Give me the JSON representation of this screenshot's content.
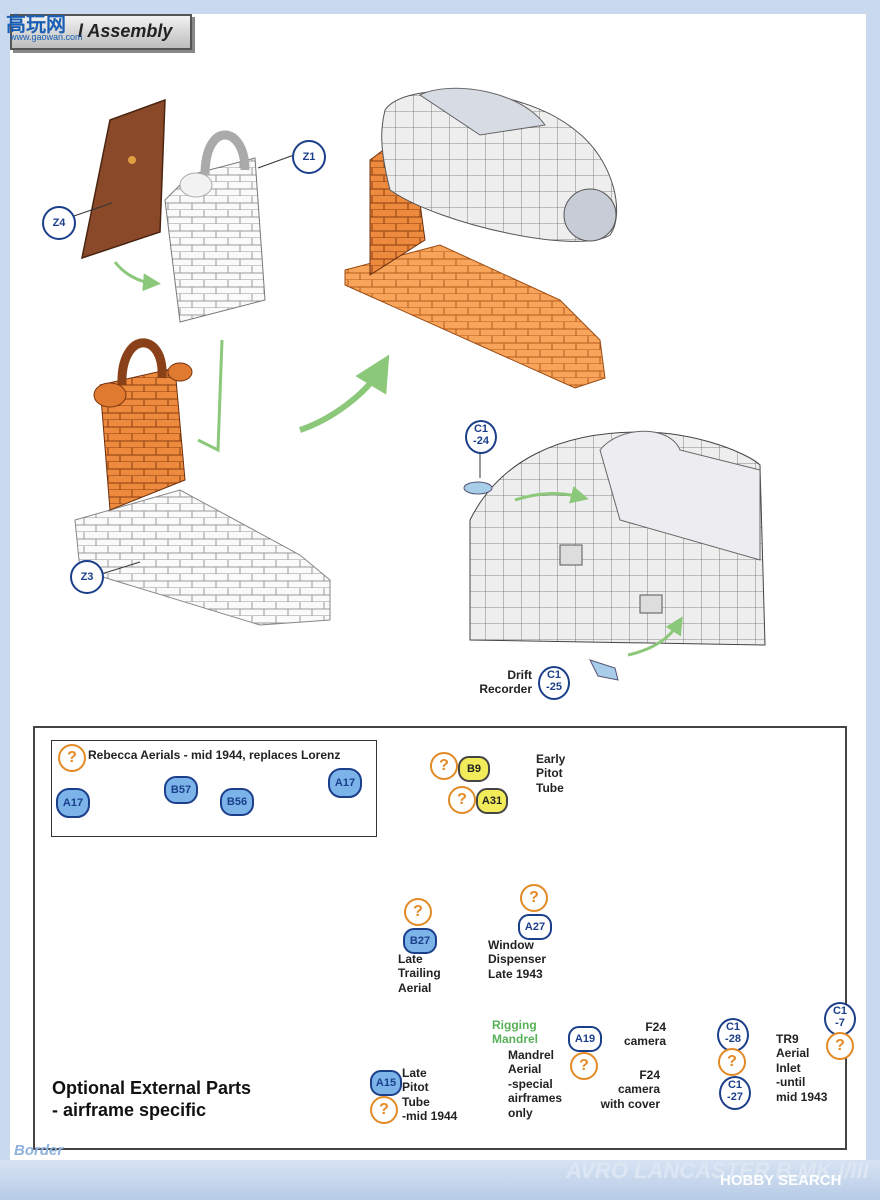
{
  "header": {
    "title": "Final Assembly",
    "visible_title": "l Assembly",
    "watermark": "高玩网",
    "watermark_url": "www.gaowan.com"
  },
  "stand": {
    "z1": "Z1",
    "z3": "Z3",
    "z4": "Z4"
  },
  "nose": {
    "c1_24_top": "C1",
    "c1_24_bottom": "-24",
    "drift_label": "Drift\nRecorder",
    "c1_25_top": "C1",
    "c1_25_bottom": "-25"
  },
  "panel": {
    "rebecca_title": "Rebecca Aerials - mid 1944, replaces Lorenz",
    "a17_left": "A17",
    "b57": "B57",
    "b56": "B56",
    "a17_right": "A17",
    "b9": "B9",
    "a31": "A31",
    "early_pitot": "Early\nPitot\nTube",
    "a27": "A27",
    "window_dispenser": "Window\nDispenser\nLate 1943",
    "b27": "B27",
    "late_trailing": "Late\nTrailing\nAerial",
    "rigging": "Rigging\nMandrel",
    "mandrel": "Mandrel\nAerial\n-special\nairframes\nonly",
    "a19": "A19",
    "f24_camera": "F24\ncamera",
    "c1_28_top": "C1",
    "c1_28_bottom": "-28",
    "f24_cover": "F24\ncamera\nwith cover",
    "c1_27_top": "C1",
    "c1_27_bottom": "-27",
    "c1_7_top": "C1",
    "c1_7_bottom": "-7",
    "tr9": "TR9\nAerial\nInlet\n-until\nmid 1943",
    "a15": "A15",
    "late_pitot": "Late\nPitot\nTube\n-mid 1944",
    "optional_title": "Optional External Parts",
    "optional_sub": "- airframe specific",
    "q": "?"
  },
  "footer": {
    "title": "AVRO LANCASTER B.MK.I/III",
    "hobby": "HOBBY SEARCH",
    "logo": "Border"
  },
  "colors": {
    "accent_blue": "#7cb4ea",
    "orange": "#f08a3c",
    "green_arrow": "#8cc87a",
    "callout_yellow": "#f2ec5a"
  }
}
